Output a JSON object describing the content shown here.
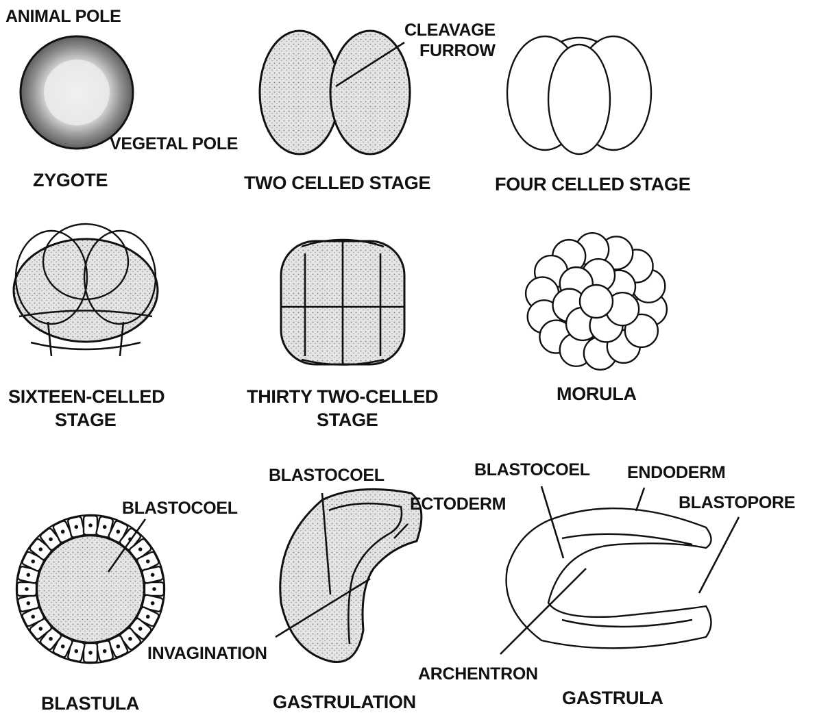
{
  "labels": {
    "animal_pole": "ANIMAL POLE",
    "vegetal_pole": "VEGETAL POLE",
    "zygote": "ZYGOTE",
    "cleavage_furrow_1": "CLEAVAGE",
    "cleavage_furrow_2": "FURROW",
    "two_celled": "TWO CELLED STAGE",
    "four_celled": "FOUR CELLED STAGE",
    "sixteen_1": "SIXTEEN-CELLED",
    "sixteen_2": "STAGE",
    "thirty_two_1": "THIRTY TWO-CELLED",
    "thirty_two_2": "STAGE",
    "morula": "MORULA",
    "blastocoel_blastula": "BLASTOCOEL",
    "blastula": "BLASTULA",
    "blastocoel_gastrulation": "BLASTOCOEL",
    "ectoderm": "ECTODERM",
    "invagination": "INVAGINATION",
    "gastrulation": "GASTRULATION",
    "blastocoel_gastrula": "BLASTOCOEL",
    "endoderm": "ENDODERM",
    "blastopore": "BLASTOPORE",
    "archentron": "ARCHENTRON",
    "gastrula": "GASTRULA"
  },
  "colors": {
    "ink": "#111111",
    "paper": "#ffffff"
  }
}
